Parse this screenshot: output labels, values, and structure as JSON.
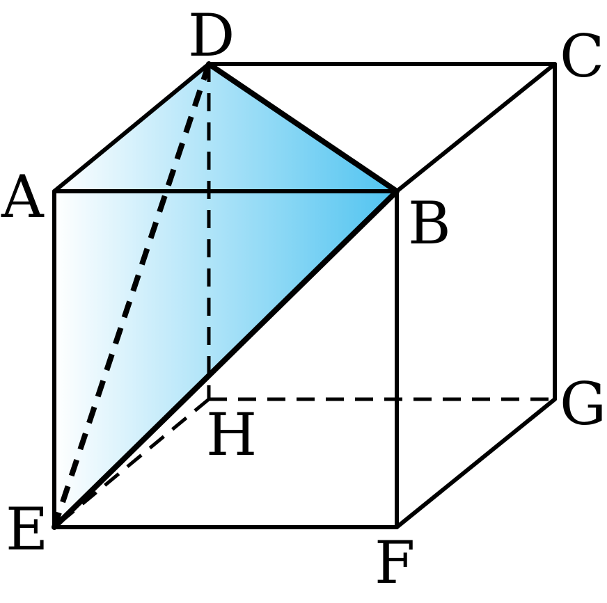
{
  "figure": {
    "vertices": {
      "A": "A",
      "B": "B",
      "C": "C",
      "D": "D",
      "E": "E",
      "F": "F",
      "G": "G",
      "H": "H"
    },
    "shaded_face": "D-B-E",
    "colors": {
      "edge": "#000000",
      "shade_light": "#ffffff",
      "shade_dark": "#4fc3f0"
    }
  }
}
